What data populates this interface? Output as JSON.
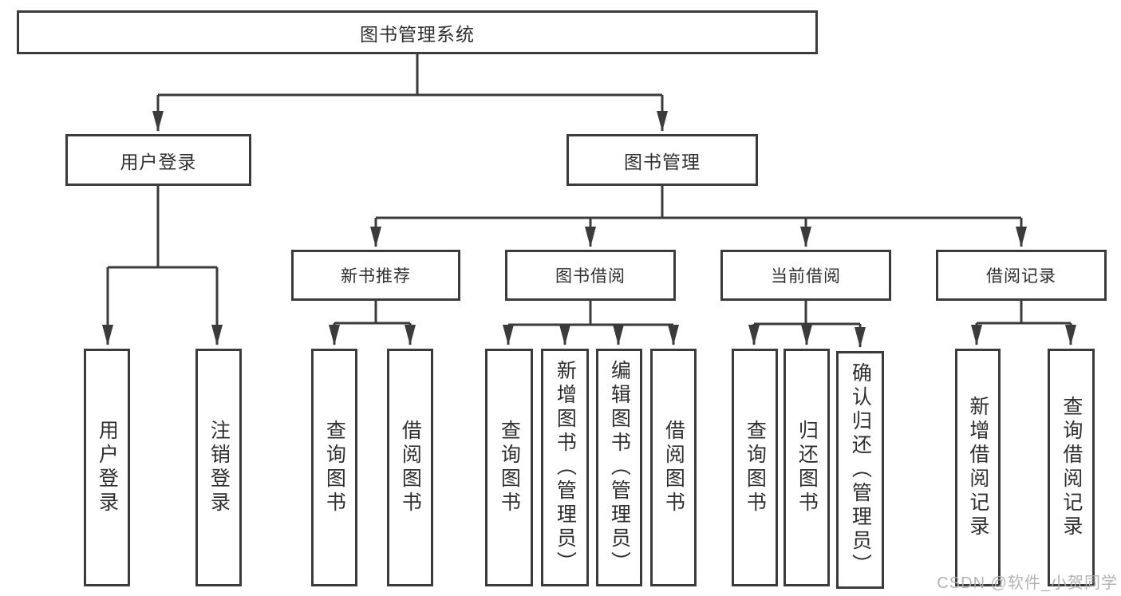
{
  "diagram": {
    "root": {
      "label": "图书管理系统"
    },
    "level2": [
      {
        "label": "用户登录"
      },
      {
        "label": "图书管理"
      }
    ],
    "level3": [
      {
        "label": "新书推荐"
      },
      {
        "label": "图书借阅"
      },
      {
        "label": "当前借阅"
      },
      {
        "label": "借阅记录"
      }
    ],
    "leaves": [
      {
        "label": "用户登录"
      },
      {
        "label": "注销登录"
      },
      {
        "label": "查询图书"
      },
      {
        "label": "借阅图书"
      },
      {
        "label": "查询图书"
      },
      {
        "label": "新增图书（管理员）"
      },
      {
        "label": "编辑图书（管理员）"
      },
      {
        "label": "借阅图书"
      },
      {
        "label": "查询图书"
      },
      {
        "label": "归还图书"
      },
      {
        "label": "确认归还（管理员）"
      },
      {
        "label": "新增借阅记录"
      },
      {
        "label": "查询借阅记录"
      }
    ],
    "watermark": "CSDN @软件_小贺同学",
    "colors": {
      "line": "#3b3b3b",
      "text": "#2f2f2f",
      "watermark": "#adadad",
      "background": "#ffffff"
    }
  }
}
